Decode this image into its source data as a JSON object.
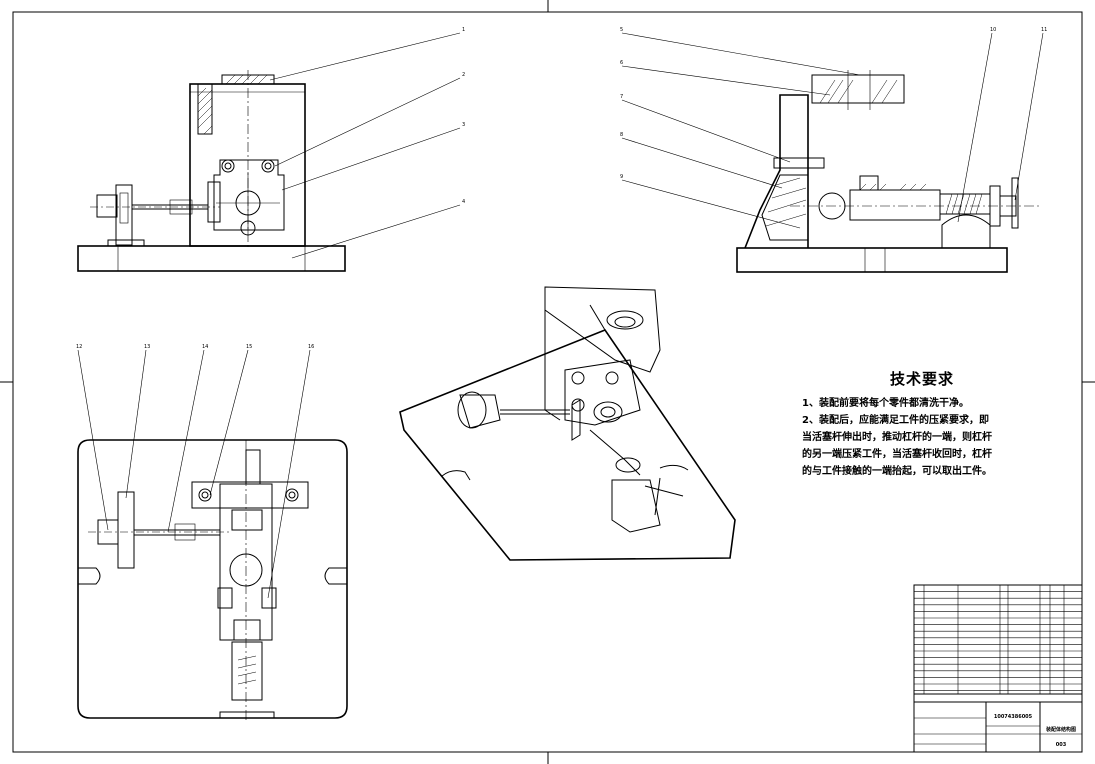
{
  "drawing": {
    "callouts": [
      "1",
      "2",
      "3",
      "4",
      "5",
      "6",
      "7",
      "8",
      "9",
      "10",
      "11",
      "12",
      "13",
      "14",
      "15",
      "16"
    ],
    "tech_requirements": {
      "title": "技术要求",
      "lines": [
        "1、装配前要将每个零件都清洗干净。",
        "2、装配后，应能满足工件的压紧要求，即",
        "当活塞杆伸出时，推动杠杆的一端，则杠杆",
        "的另一端压紧工件，当活塞杆收回时，杠杆",
        "的与工件接触的一端抬起，可以取出工件。"
      ]
    },
    "title_block": {
      "drawing_no": "10074386005",
      "name": "装配体结构图",
      "sheet_code": "003"
    }
  }
}
